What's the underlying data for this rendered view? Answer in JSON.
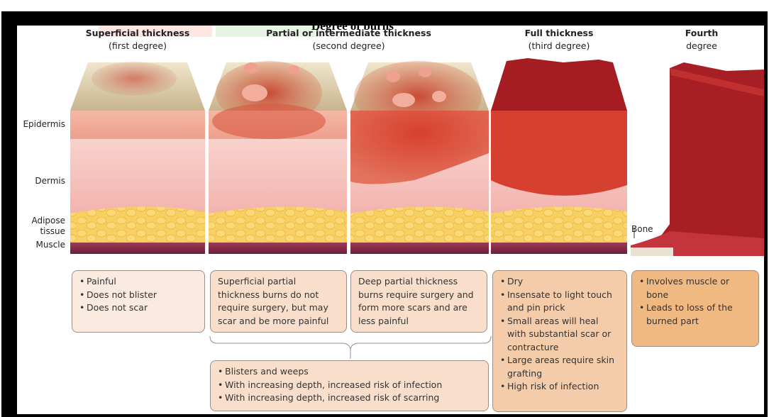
{
  "title": "Degree of burns",
  "columns": [
    {
      "line1": "Superficial thickness",
      "line2": "(first degree)"
    },
    {
      "line1": "Partial or intermediate thickness",
      "line2": "(second degree)"
    },
    {
      "line1": "Full thickness",
      "line2": "(third degree)"
    },
    {
      "line1": "Fourth",
      "line2": "degree"
    }
  ],
  "layers": {
    "epidermis": "Epidermis",
    "dermis": "Dermis",
    "adipose": "Adipose tissue",
    "adipose_l1": "Adipose",
    "adipose_l2": "tissue",
    "muscle": "Muscle",
    "bone": "Bone"
  },
  "boxes": {
    "first": [
      "Painful",
      "Does not blister",
      "Does not scar"
    ],
    "superficial_partial": "Superficial partial thickness burns do not require surgery, but may scar and be more painful",
    "deep_partial": "Deep partial thickness burns require surgery and form more scars and are less painful",
    "second_common": [
      "Blisters and weeps",
      "With increasing depth, increased risk of infection",
      "With increasing depth, increased risk of scarring"
    ],
    "third": [
      "Dry",
      "Insensate to light touch and pin prick",
      "Small areas will heal with substantial scar or contracture",
      "Large areas require skin grafting",
      "High risk of infection"
    ],
    "fourth": [
      "Involves muscle or bone",
      "Leads to loss of the burned part"
    ]
  },
  "colors": {
    "frame": "#000000",
    "skin_surface": "#d9c9a8",
    "epidermis": "#f2b3a0",
    "dermis": "#f7c8c2",
    "adipose": "#f7c85a",
    "muscle": "#8a2a4a",
    "burn_red": "#b01c26"
  }
}
